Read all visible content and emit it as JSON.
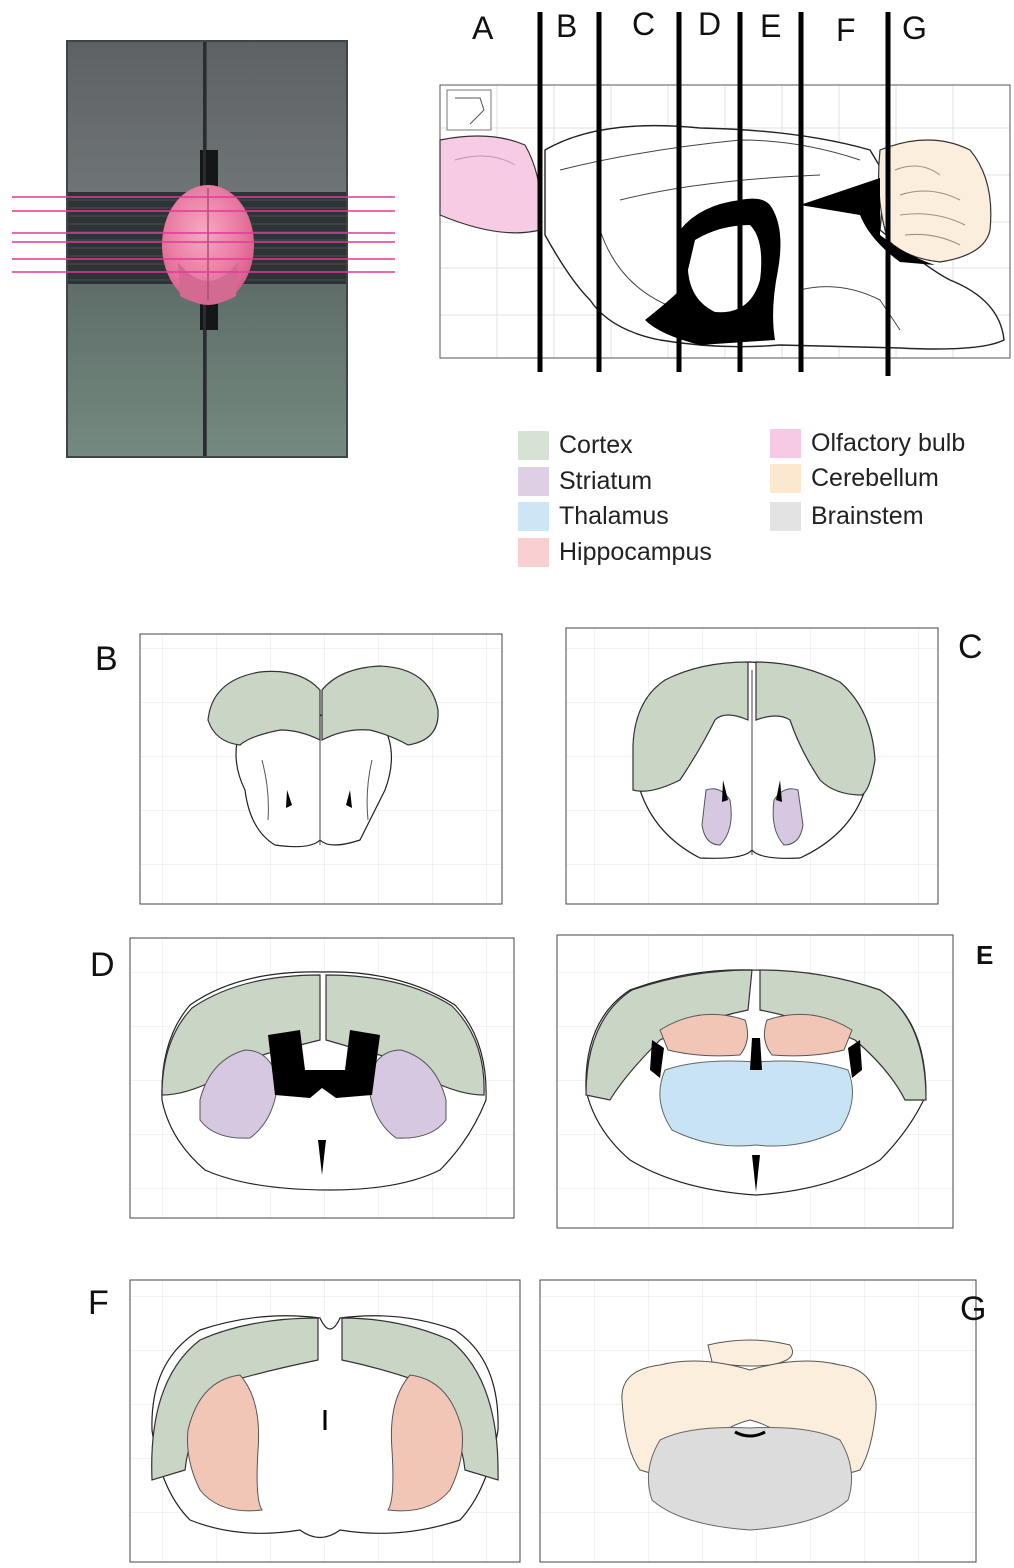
{
  "cut_labels": [
    "A",
    "B",
    "C",
    "D",
    "E",
    "F",
    "G"
  ],
  "legend": [
    {
      "label": "Cortex",
      "color": "#d6e2d4"
    },
    {
      "label": "Striatum",
      "color": "#ddd0e4"
    },
    {
      "label": "Thalamus",
      "color": "#cde6f6"
    },
    {
      "label": "Hippocampus",
      "color": "#f9cfd2"
    },
    {
      "label": "Olfactory bulb",
      "color": "#f6c9e4"
    },
    {
      "label": "Cerebellum",
      "color": "#fbe8cf"
    },
    {
      "label": "Brainstem",
      "color": "#e3e3e3"
    }
  ],
  "panels": [
    {
      "label": "B"
    },
    {
      "label": "C"
    },
    {
      "label": "D"
    },
    {
      "label": "E"
    },
    {
      "label": "F"
    },
    {
      "label": "G"
    }
  ],
  "colors": {
    "cortex": "#c9d6c5",
    "striatum": "#d6c8e0",
    "thalamus": "#c7e3f4",
    "hippocampus": "#f2c6b6",
    "olfactory_bulb": "#f6cbe3",
    "cerebellum": "#fbeedd",
    "brainstem": "#dcdcdc",
    "ventricle": "#000000",
    "slice_line": "#e0399a"
  }
}
